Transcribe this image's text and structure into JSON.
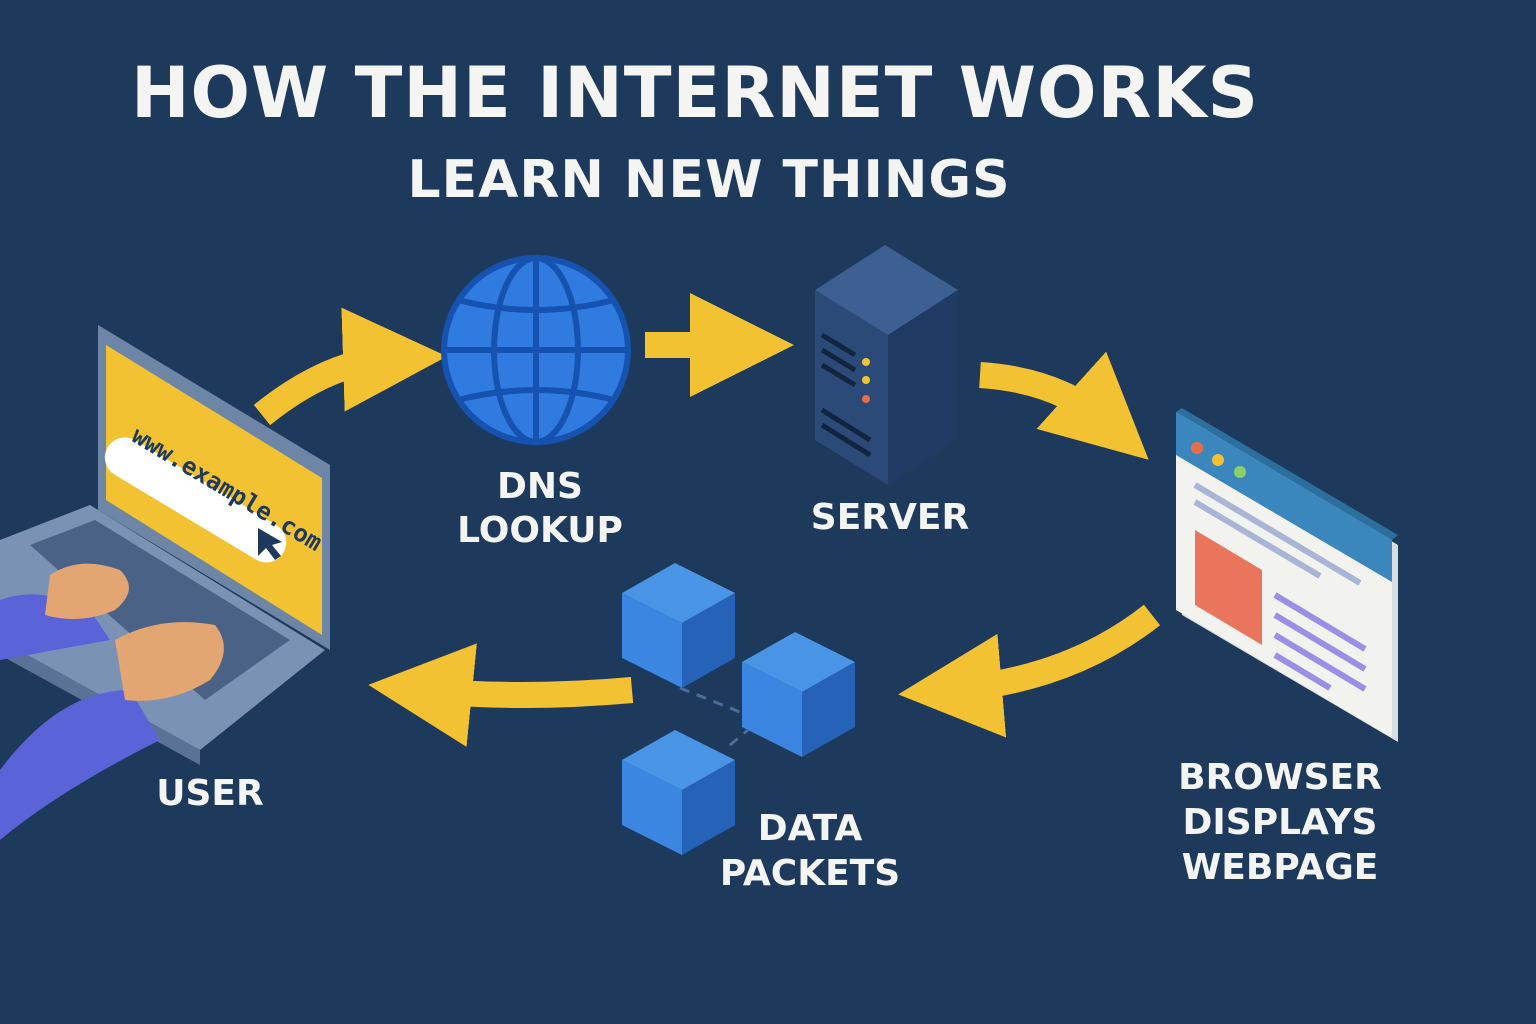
{
  "header": {
    "title": "HOW THE INTERNET WORKS",
    "subtitle": "LEARN NEW THINGS"
  },
  "nodes": {
    "user": {
      "label": "USER",
      "url": "www.example.com"
    },
    "dns": {
      "label": "DNS\nLOOKUP",
      "icon": "globe-icon"
    },
    "server": {
      "label": "SERVER",
      "icon": "server-icon"
    },
    "browser": {
      "label": "BROWSER\nDISPLAYS\nWEBPAGE",
      "icon": "browser-window-icon"
    },
    "packets": {
      "label": "DATA\nPACKETS",
      "icon": "cube-icon"
    }
  },
  "colors": {
    "background": "#1d3a5c",
    "arrow": "#f3c232",
    "globe": "#2f7be0",
    "server": "#2c4a78",
    "packet": "#3a86e0",
    "screen": "#f3c232"
  }
}
